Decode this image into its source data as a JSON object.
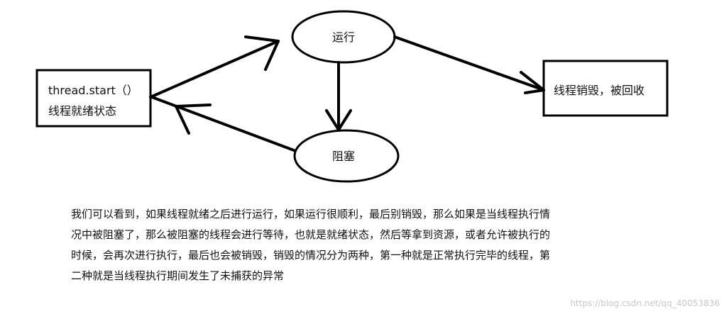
{
  "nodes": {
    "start": {
      "line1": "thread.start（）",
      "line2": "线程就绪状态"
    },
    "running": "运行",
    "blocked": "阻塞",
    "destroyed": "线程销毁，被回收"
  },
  "caption": {
    "lines": [
      "我们可以看到，如果线程就绪之后进行运行，如果运行很顺利，最后别销毁，那么如果是当线程执行情",
      "况中被阻塞了，那么被阻塞的线程会进行等待，也就是就绪状态，然后等拿到资源，或者允许被执行的",
      "时候，会再次进行执行，最后也会被销毁，销毁的情况分为两种，第一种就是正常执行完毕的线程，第",
      "二种就是当线程执行期间发生了未捕获的异常"
    ]
  },
  "watermark": "https://blog.csdn.net/qq_40053836",
  "colors": {
    "stroke": "#000000",
    "text": "#111111",
    "watermark": "#c9c9c9"
  }
}
